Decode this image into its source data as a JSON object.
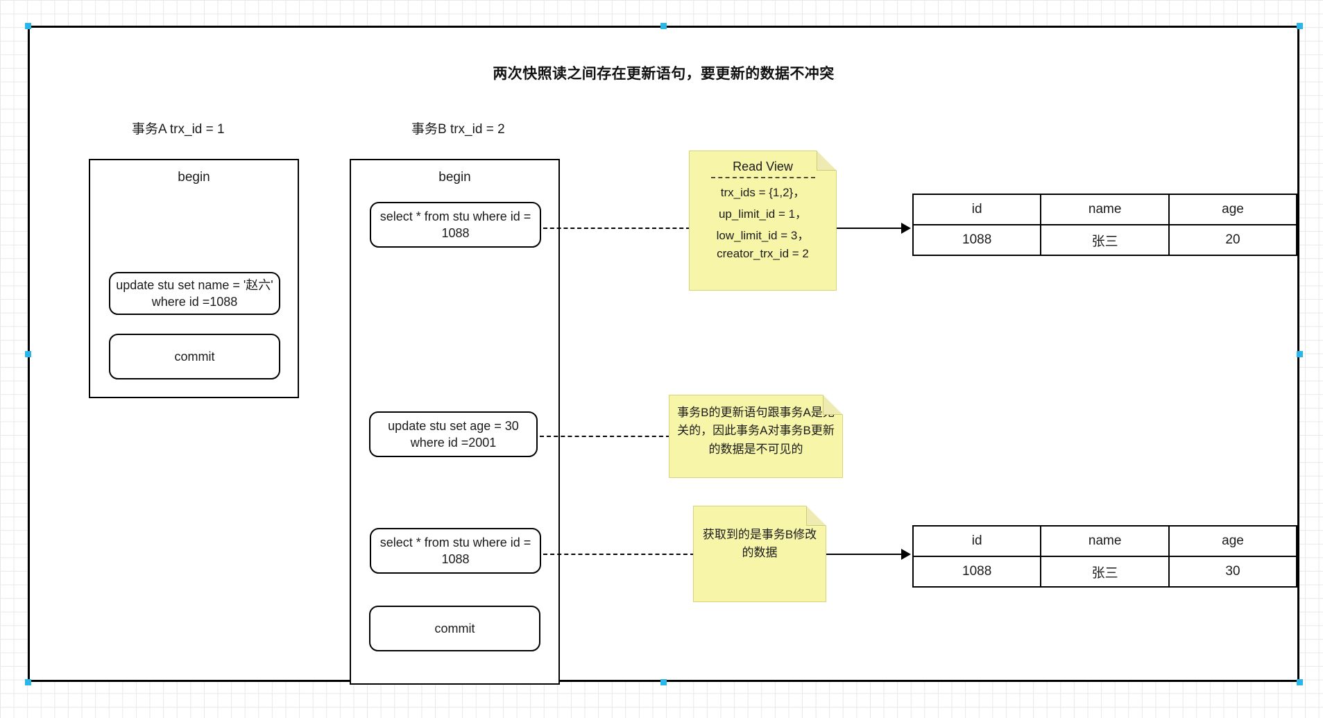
{
  "diagram": {
    "title": "两次快照读之间存在更新语句，要更新的数据不冲突",
    "accent_color": "#29b6e8",
    "note_color": "#f7f5a8",
    "canvas_border_color": "#000000"
  },
  "transaction_a": {
    "label": "事务A trx_id = 1",
    "begin": "begin",
    "statements": [
      {
        "text": "update stu set name = '赵六'\nwhere id =1088"
      },
      {
        "text": "commit"
      }
    ]
  },
  "transaction_b": {
    "label": "事务B trx_id = 2",
    "begin": "begin",
    "statements": [
      {
        "text": "select * from stu where id =\n1088"
      },
      {
        "text": "update stu set age = 30\nwhere id =2001"
      },
      {
        "text": "select * from stu where id =\n1088"
      },
      {
        "text": "commit"
      }
    ]
  },
  "read_view_note": {
    "title": "Read View",
    "lines": [
      "trx_ids = {1,2}，",
      "up_limit_id = 1，",
      "low_limit_id = 3，",
      "creator_trx_id = 2"
    ]
  },
  "note_unrelated": {
    "text": "事务B的更新语句跟事务A是无关的，因此事务A对事务B更新的数据是不可见的"
  },
  "note_modified": {
    "text": "获取到的是事务B修改的数据"
  },
  "table_before": {
    "headers": [
      "id",
      "name",
      "age"
    ],
    "rows": [
      [
        "1088",
        "张三",
        "20"
      ]
    ]
  },
  "table_after": {
    "headers": [
      "id",
      "name",
      "age"
    ],
    "rows": [
      [
        "1088",
        "张三",
        "30"
      ]
    ]
  }
}
